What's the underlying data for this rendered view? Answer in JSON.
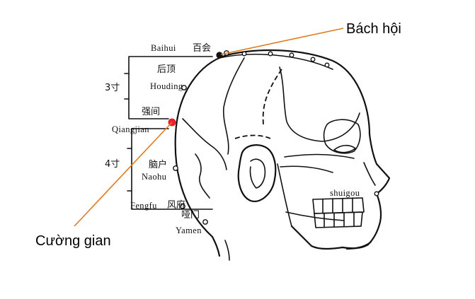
{
  "annotations": {
    "bach_hoi": "Bách hội",
    "cuong_gian": "Cường gian"
  },
  "points": {
    "baihui_pinyin": "Baihui",
    "baihui_cn": "百会",
    "houding_cn": "后顶",
    "houding_pinyin": "Houding",
    "qiangjian_cn": "强间",
    "qiangjian_pinyin": "Qiangjian",
    "naohu_cn": "脑户",
    "naohu_pinyin": "Naohu",
    "fengfu_pinyin": "Fengfu",
    "fengfu_cn": "风府",
    "yamen_cn": "哑门",
    "yamen_pinyin": "Yamen",
    "shuigou_pinyin": "shuigou"
  },
  "measures": {
    "upper": "3寸",
    "lower": "4寸"
  },
  "colors": {
    "leader_line": "#e07a1f",
    "highlight_point": "#e8212a",
    "ink": "#111111"
  }
}
